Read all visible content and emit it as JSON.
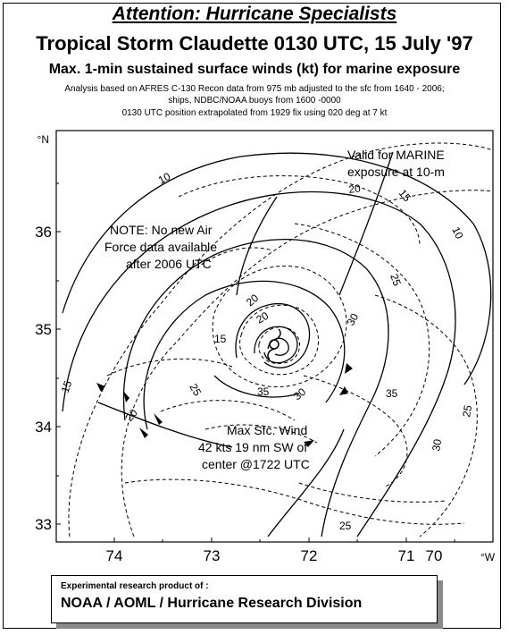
{
  "header": {
    "attention": "Attention: Hurricane Specialists",
    "title": "Tropical Storm Claudette 0130 UTC, 15 July '97",
    "subtitle": "Max. 1-min sustained surface winds (kt) for marine exposure",
    "analysis_line1": "Analysis based on  AFRES C-130 Recon data from   975 mb adjusted to the sfc from  1640 -  2006;",
    "analysis_line2": "ships, NDBC/NOAA buoys  from  1600 -0000",
    "analysis_line3": "0130 UTC position extrapolated from  1929  fix using 020 deg at 7 kt"
  },
  "map": {
    "lat_unit": "°N",
    "lon_unit": "°W",
    "lat_labels": [
      "36",
      "35",
      "34",
      "33"
    ],
    "lon_labels": [
      "74",
      "73",
      "72",
      "71",
      "70"
    ],
    "contour_labels": [
      "10",
      "15",
      "20",
      "25",
      "30",
      "35"
    ],
    "annotations": {
      "valid_1": "Valid for MARINE",
      "valid_2": "exposure at 10-m",
      "note_1": "NOTE: No new Air",
      "note_2": "Force data available",
      "note_3": "after 2006 UTC",
      "max_1": "Max Sfc. Wind",
      "max_2": "42 kts 19 nm SW of",
      "max_3": "center @1722 UTC"
    }
  },
  "footer": {
    "line1": "Experimental research product of :",
    "line2": "NOAA / AOML / Hurricane Research Division"
  }
}
